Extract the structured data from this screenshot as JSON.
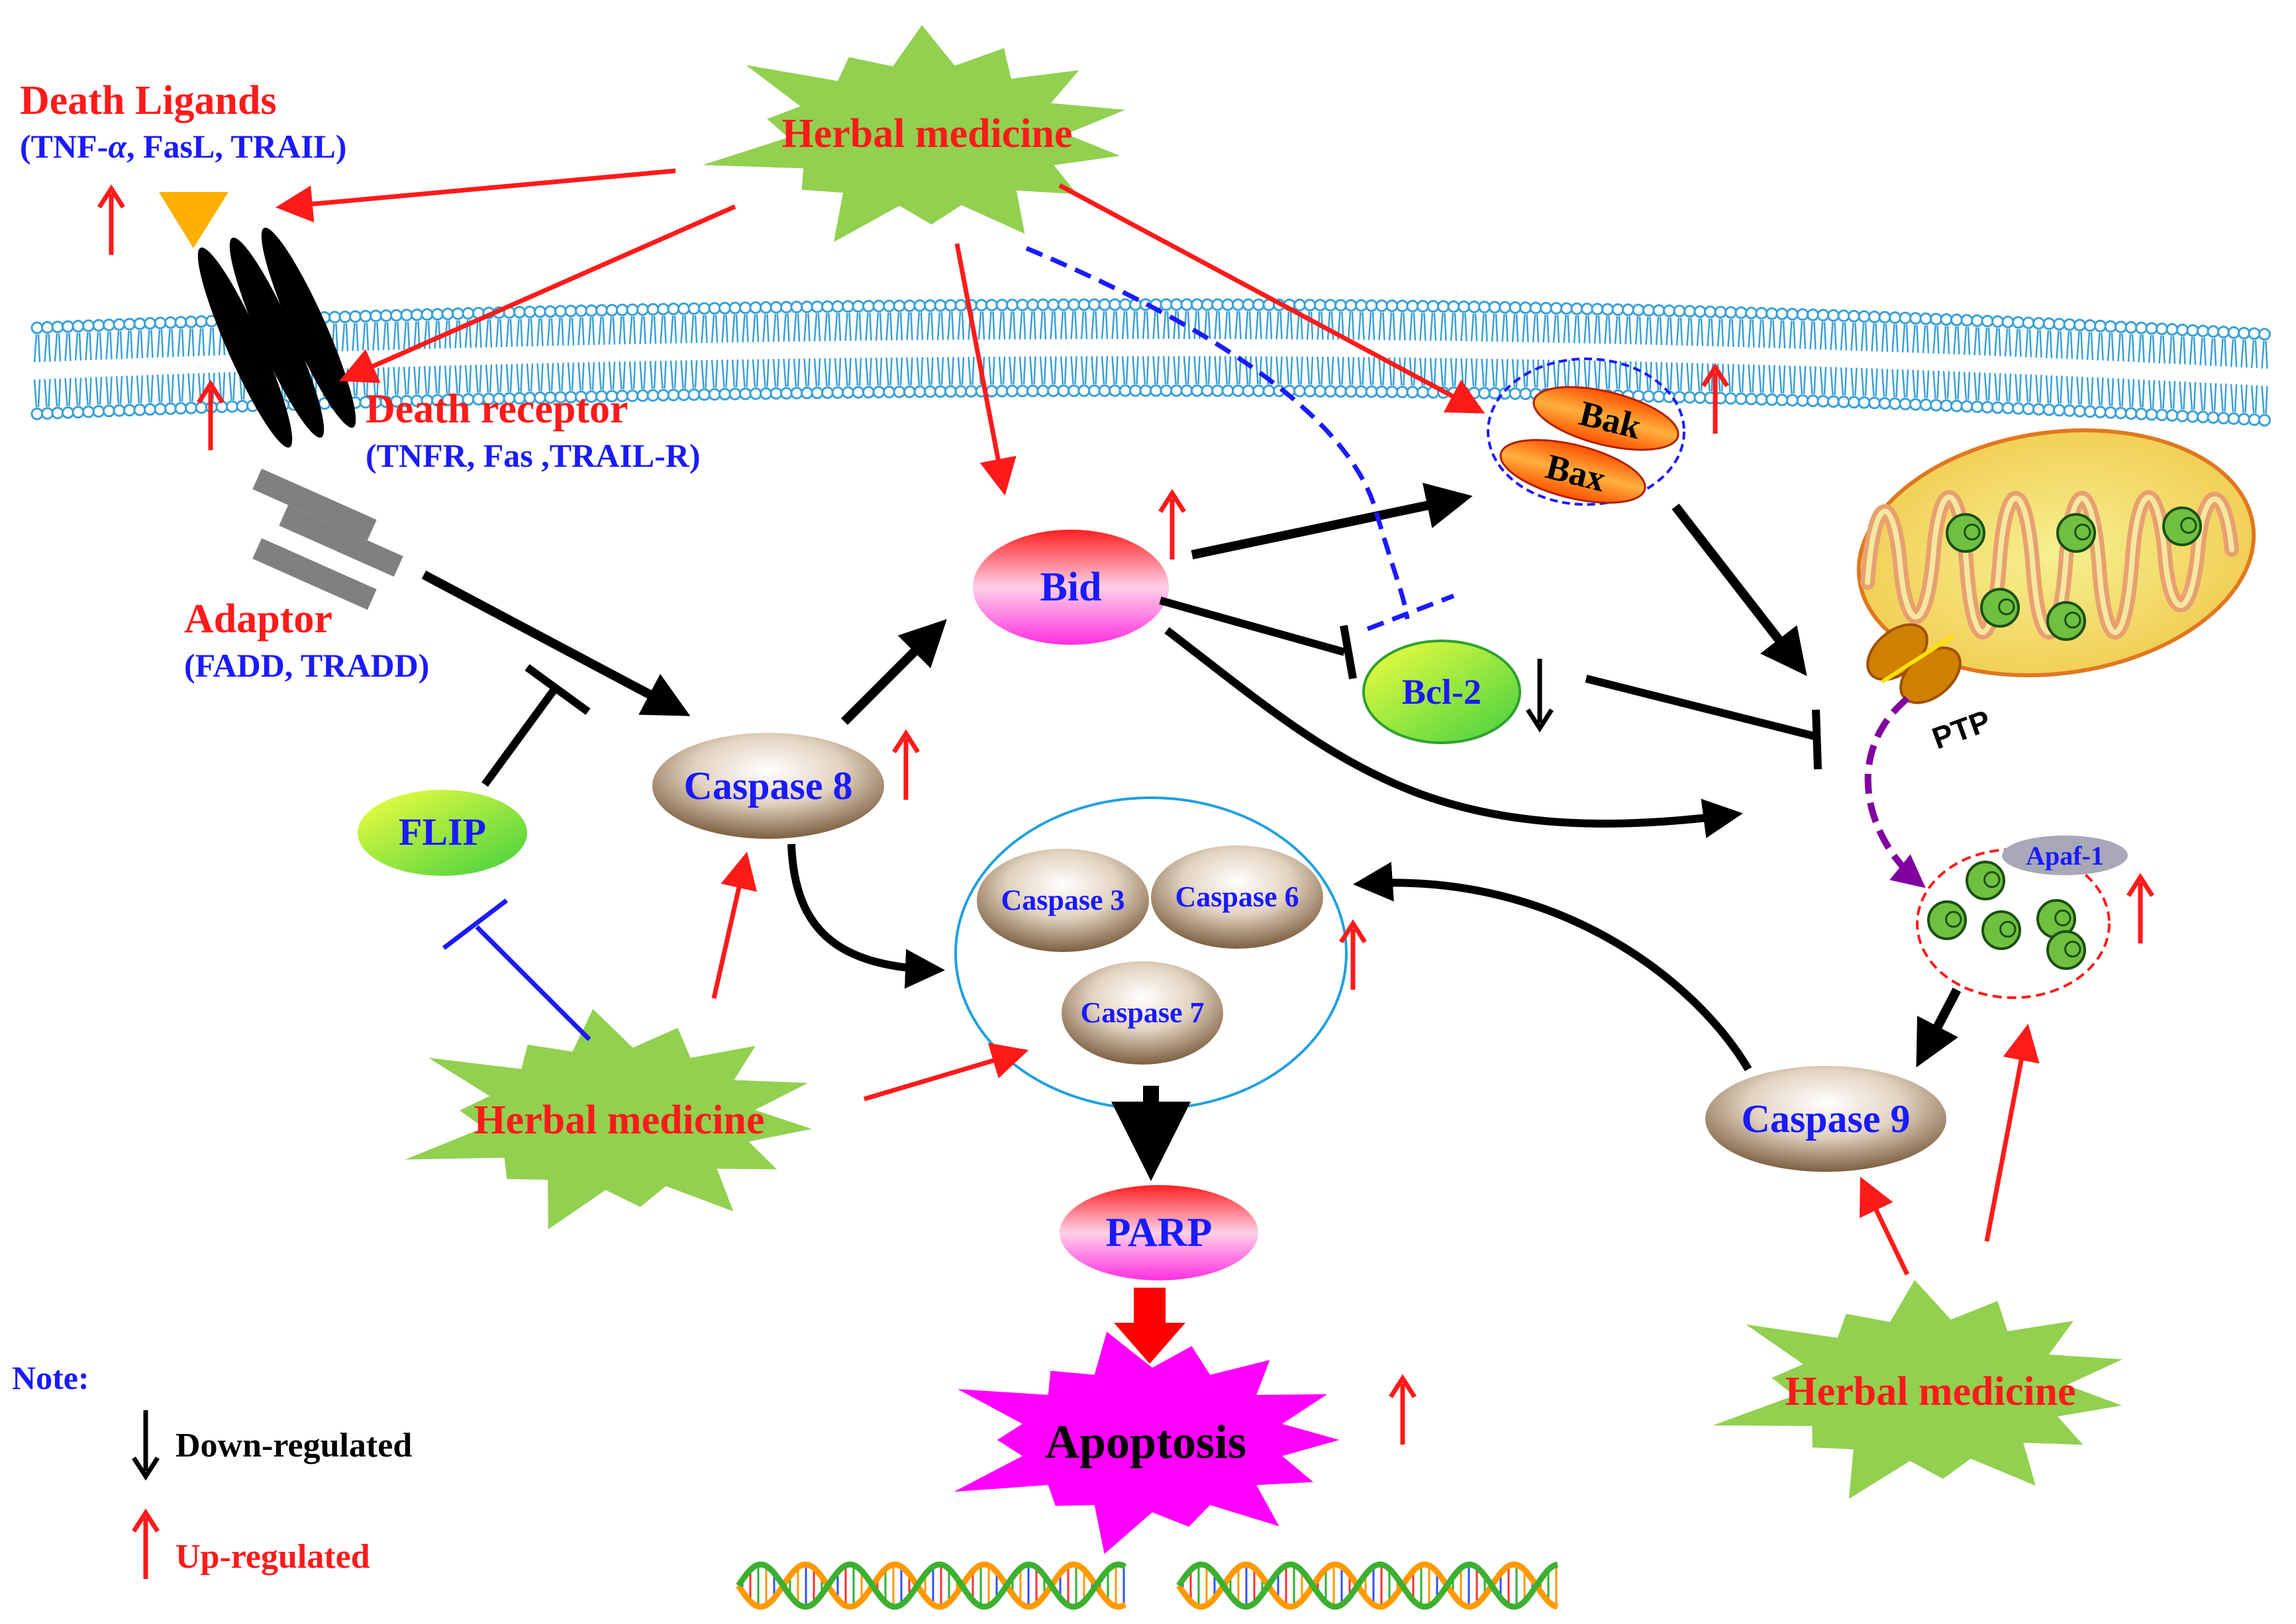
{
  "labels": {
    "death_ligands": "Death Ligands",
    "death_ligands_list_pre": "(TNF-",
    "alpha": "α",
    "death_ligands_list_post": ", FasL, TRAIL)",
    "death_receptor": "Death receptor",
    "death_receptor_list": "(TNFR, Fas ,TRAIL-R)",
    "adaptor": "Adaptor",
    "adaptor_list": "(FADD, TRADD)",
    "herbal_medicine": "Herbal medicine",
    "flip": "FLIP",
    "caspase8": "Caspase 8",
    "bid": "Bid",
    "bak": "Bak",
    "bax": "Bax",
    "bcl2": "Bcl-2",
    "caspase3": "Caspase 3",
    "caspase6": "Caspase 6",
    "caspase7": "Caspase 7",
    "caspase9": "Caspase 9",
    "parp": "PARP",
    "apoptosis": "Apoptosis",
    "ptp": "PTP",
    "apaf1": "Apaf-1"
  },
  "legend": {
    "note": "Note:",
    "down": "Down-regulated",
    "up": "Up-regulated"
  },
  "colors": {
    "up_arrow": "#ff1a1a",
    "down_arrow": "#000000",
    "inhibit_blue": "#1a1aff",
    "herbal_star": "#92d050",
    "apoptosis_star": "#ff00ff",
    "membrane": "#3aa0d8",
    "mito_outer": "#f2c94c",
    "ptp_path": "#8000a0"
  }
}
